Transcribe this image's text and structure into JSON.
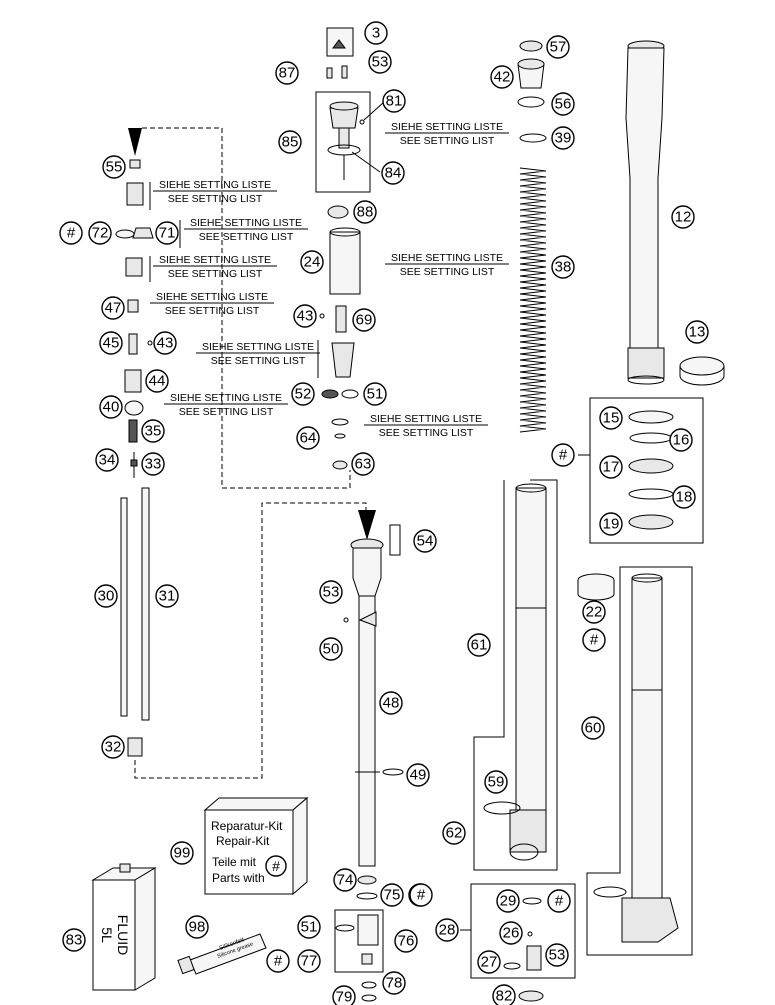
{
  "setting_notes": {
    "de": "SIEHE SETTING LISTE",
    "en": "SEE SETTING LIST"
  },
  "kit_box": {
    "line1": "Reparatur-Kit",
    "line2": "Repair-Kit",
    "line3": "Teile mit",
    "line4": "Parts with",
    "symbol": "#"
  },
  "fluid_can": {
    "label1": "FLUID",
    "label2": "5L"
  },
  "grease_tube": {
    "label1": "Silikonfett",
    "label2": "Silicone grease"
  },
  "callouts": [
    "3",
    "87",
    "53",
    "81",
    "85",
    "84",
    "55",
    "#",
    "72",
    "71",
    "47",
    "45",
    "43",
    "44",
    "40",
    "35",
    "34",
    "33",
    "30",
    "31",
    "32",
    "57",
    "42",
    "56",
    "39",
    "12",
    "88",
    "24",
    "38",
    "43",
    "69",
    "13",
    "52",
    "51",
    "64",
    "63",
    "15",
    "16",
    "#",
    "17",
    "18",
    "19",
    "54",
    "53",
    "50",
    "22",
    "#",
    "61",
    "48",
    "49",
    "60",
    "59",
    "62",
    "99",
    "#",
    "74",
    "75",
    "#",
    "83",
    "98",
    "51",
    "76",
    "#",
    "77",
    "78",
    "79",
    "29",
    "#",
    "26",
    "28",
    "27",
    "53",
    "82"
  ]
}
